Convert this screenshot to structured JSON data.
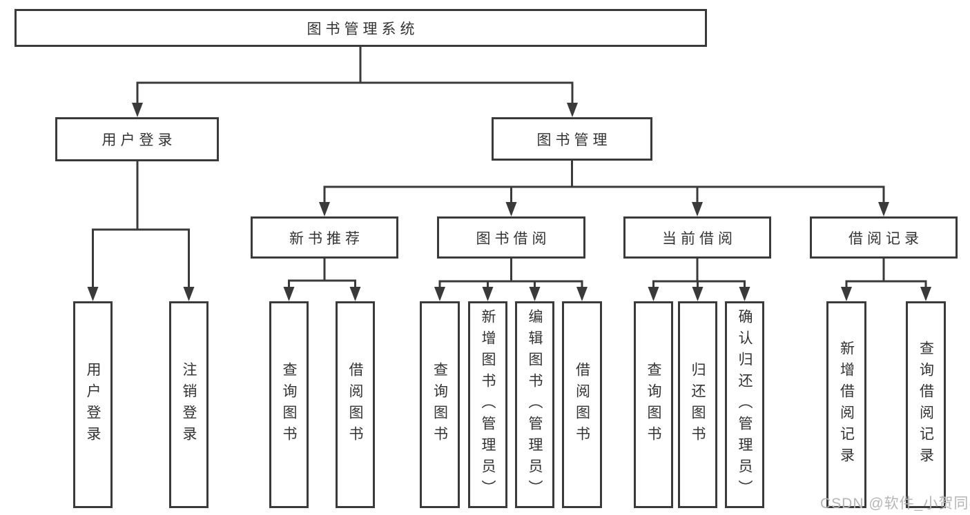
{
  "colors": {
    "line": "#3a3a3a",
    "node_border": "#3a3a3a",
    "text": "#333333",
    "background": "#ffffff",
    "watermark": "#b5b5b5"
  },
  "watermark": "CSDN @软件_小贺同学",
  "tree": {
    "root": {
      "label": "图书管理系统"
    },
    "branches": [
      {
        "label": "用户登录",
        "children": [
          {
            "label": "用户登录"
          },
          {
            "label": "注销登录"
          }
        ]
      },
      {
        "label": "图书管理",
        "children": [
          {
            "label": "新书推荐",
            "children": [
              {
                "label": "查询图书"
              },
              {
                "label": "借阅图书"
              }
            ]
          },
          {
            "label": "图书借阅",
            "children": [
              {
                "label": "查询图书"
              },
              {
                "label": "新增图书（管理员）"
              },
              {
                "label": "编辑图书（管理员）"
              },
              {
                "label": "借阅图书"
              }
            ]
          },
          {
            "label": "当前借阅",
            "children": [
              {
                "label": "查询图书"
              },
              {
                "label": "归还图书"
              },
              {
                "label": "确认归还（管理员）"
              }
            ]
          },
          {
            "label": "借阅记录",
            "children": [
              {
                "label": "新增借阅记录"
              },
              {
                "label": "查询借阅记录"
              }
            ]
          }
        ]
      }
    ]
  }
}
